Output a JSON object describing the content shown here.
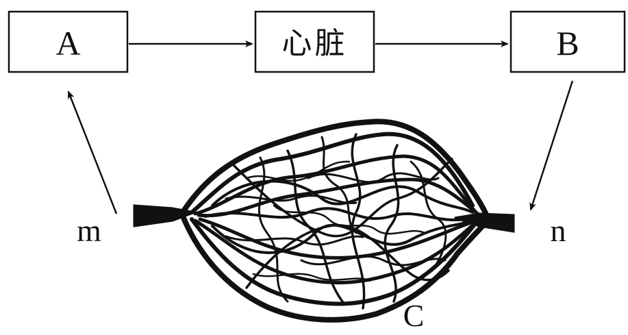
{
  "nodes": {
    "a_label": "A",
    "heart_label": "心脏",
    "b_label": "B"
  },
  "capillary": {
    "c_label": "C",
    "m_label": "m",
    "n_label": "n"
  },
  "colors": {
    "stroke": "#111111",
    "background": "#ffffff"
  }
}
